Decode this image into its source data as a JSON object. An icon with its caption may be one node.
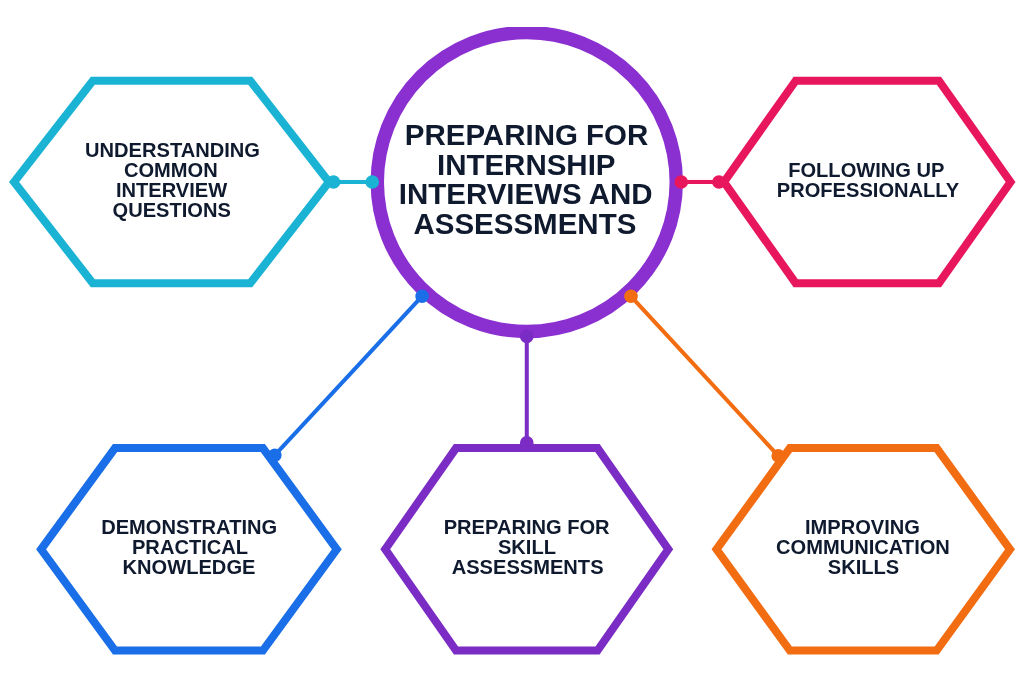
{
  "diagram": {
    "nodes": [
      {
        "text": [
          "UNDERSTANDING COMMON INTERVIEW QUESTIONS"
        ]
      },
      {
        "text": [
          "PREPARING FOR INTERNSHIP INTERVIEWS AND ASSESSMENTS"
        ]
      },
      {
        "text": [
          "FOLLOWING UP PROFESSIONALLY"
        ]
      },
      {
        "text": [
          "DEMONSTRATING PRACTICAL KNOWLEDGE"
        ]
      },
      {
        "text": [
          "PREPARING FOR SKILL ASSESSMENTS"
        ]
      },
      {
        "text": [
          "IMPROVING COMMUNICATION SKILLS"
        ]
      }
    ],
    "edges": [
      {
        "from": 0,
        "to": 1,
        "arrow": "other",
        "color": "#1bb3d4"
      },
      {
        "from": 1,
        "to": 2,
        "arrow": "other",
        "color": "#e8175d"
      },
      {
        "from": 1,
        "to": 3,
        "arrow": "other",
        "color": "#1a6fe8"
      },
      {
        "from": 1,
        "to": 4,
        "arrow": "other",
        "color": "#7b2cc4"
      },
      {
        "from": 1,
        "to": 5,
        "arrow": "other",
        "color": "#f26c12"
      }
    ]
  }
}
